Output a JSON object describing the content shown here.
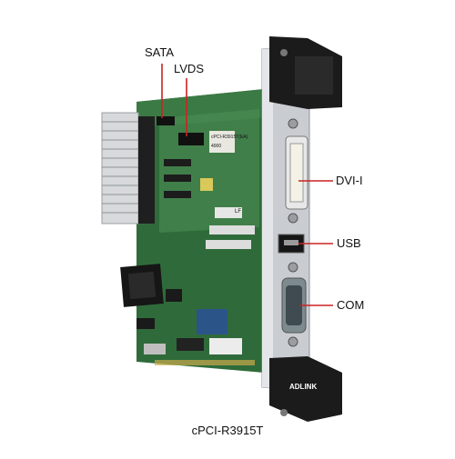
{
  "labels": {
    "sata": "SATA",
    "lvds": "LVDS",
    "dvi": "DVI-I",
    "usb": "USB",
    "com": "COM"
  },
  "board_print": {
    "model": "cPCI-R3915T(EA)",
    "rev": "4000",
    "lf": "LF",
    "logo": "ADLINK"
  },
  "caption": "cPCI-R3915T",
  "colors": {
    "pcb": "#2f6b3a",
    "pcb_light": "#4f8f56",
    "panel": "#c9ccd1",
    "callout": "#cc2222",
    "handle": "#1b1b1b"
  }
}
